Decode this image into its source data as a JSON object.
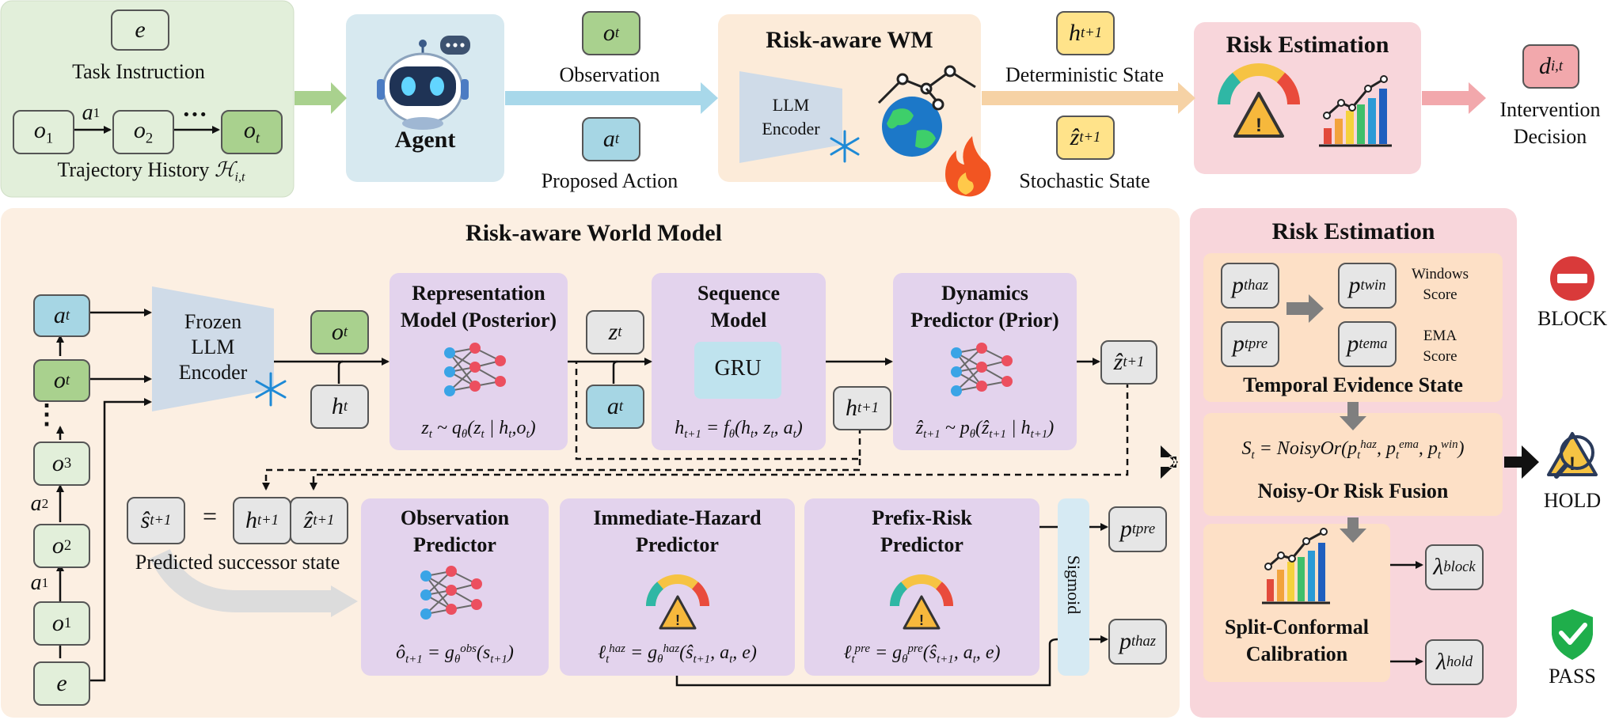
{
  "top": {
    "history": {
      "e": "e",
      "task_label": "Task Instruction",
      "o1": "o1",
      "a1": "a1",
      "o2": "o2",
      "dots": "···",
      "ot": "ot",
      "traj_label": "Trajectory History",
      "traj_symbol": "ℋ",
      "traj_sub": "i,t"
    },
    "agent": {
      "label": "Agent"
    },
    "obs": {
      "sym": "o",
      "sub": "t",
      "label": "Observation"
    },
    "act": {
      "sym": "a",
      "sub": "t",
      "label": "Proposed Action"
    },
    "wm": {
      "title": "Risk-aware WM",
      "encoder_line1": "LLM",
      "encoder_line2": "Encoder"
    },
    "det": {
      "sym": "h",
      "sub": "t+1",
      "label": "Deterministic State"
    },
    "sto": {
      "sym": "ẑ",
      "sub": "t+1",
      "label": "Stochastic State"
    },
    "risk": {
      "title": "Risk Estimation"
    },
    "decision": {
      "sym": "d",
      "sub": "i,t",
      "line1": "Intervention",
      "line2": "Decision"
    }
  },
  "rwm": {
    "title": "Risk-aware World Model",
    "left_col": {
      "at": "a",
      "ot": "o",
      "o3": "o",
      "o2": "o",
      "o1": "o",
      "e": "e",
      "a2": "a",
      "a1": "a",
      "dots": "⋮"
    },
    "frozen": {
      "line1": "Frozen",
      "line2": "LLM",
      "line3": "Encoder"
    },
    "ot_box": "o",
    "ht_box": "h",
    "zt_box": "z",
    "at_box": "a",
    "ht1_box": "h",
    "zhat_box": "ẑ",
    "repr": {
      "line1": "Representation",
      "line2": "Model (Posterior)",
      "eq": "zt ~ qθ(zt | ht, ot)"
    },
    "seq": {
      "line1": "Sequence",
      "line2": "Model",
      "gru": "GRU",
      "eq": "ht+1 = fθ(ht, zt, at)"
    },
    "dyn": {
      "line1": "Dynamics",
      "line2": "Predictor (Prior)",
      "eq": "ẑt+1 ~ pθ(ẑt+1 | ht+1)"
    },
    "succ": {
      "s": "ŝ",
      "eq": "=",
      "h": "h",
      "z": "ẑ",
      "label": "Predicted successor state"
    },
    "obs_pred": {
      "line1": "Observation",
      "line2": "Predictor",
      "eq": "ôt+1 = gθobs(st+1)"
    },
    "haz_pred": {
      "line1": "Immediate-Hazard",
      "line2": "Predictor",
      "eq": "ℓthaz = gθhaz(ŝt+1, at, e)"
    },
    "pre_pred": {
      "line1": "Prefix-Risk",
      "line2": "Predictor",
      "eq": "ℓtpre = gθpre(ŝt+1, at, e)"
    },
    "sigmoid": "Sigmoid",
    "p_pre": {
      "sym": "p",
      "sub": "t",
      "sup": "pre"
    },
    "p_haz": {
      "sym": "p",
      "sub": "t",
      "sup": "haz"
    }
  },
  "re": {
    "title": "Risk Estimation",
    "temporal": {
      "p_haz": "haz",
      "p_pre": "pre",
      "p_win": "win",
      "p_ema": "ema",
      "win_label1": "Windows",
      "win_label2": "Score",
      "ema_label1": "EMA",
      "ema_label2": "Score",
      "title": "Temporal Evidence State"
    },
    "noisy": {
      "eq": "St = NoisyOr(pthaz, ptema, ptwin)",
      "title": "Noisy-Or Risk Fusion"
    },
    "split": {
      "line1": "Split-Conformal",
      "line2": "Calibration"
    },
    "lam_block": {
      "sym": "λ",
      "sub": "block"
    },
    "lam_hold": {
      "sym": "λ",
      "sub": "hold"
    }
  },
  "decisions": {
    "block": "BLOCK",
    "hold": "HOLD",
    "pass": "PASS"
  },
  "colors": {
    "green_panel": "#e2efda",
    "agent_panel": "#d7e9f0",
    "wm_panel": "#fcebd9",
    "risk_panel": "#f8d6db",
    "purple_box": "#e3d3ed",
    "orange_box": "#fde0c6",
    "block_red": "#d93a3a",
    "pass_green": "#1fae4b"
  }
}
